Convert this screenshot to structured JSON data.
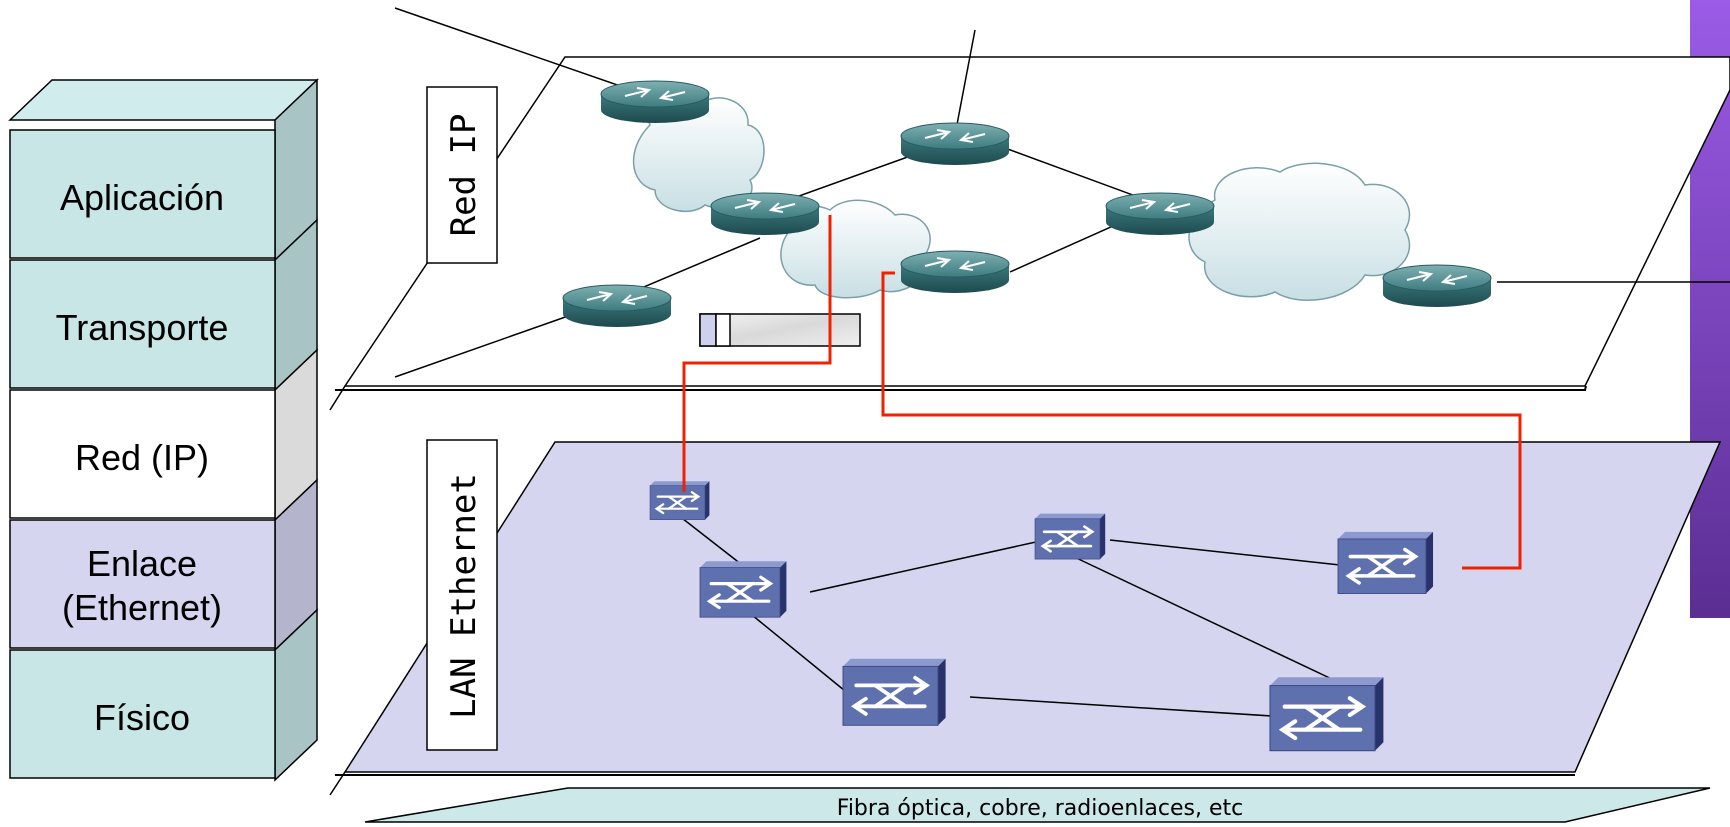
{
  "stack": {
    "layers": [
      {
        "lines": [
          "Aplicación"
        ]
      },
      {
        "lines": [
          "Transporte"
        ]
      },
      {
        "lines": [
          "Red (IP)"
        ]
      },
      {
        "lines": [
          "Enlace",
          "(Ethernet)"
        ]
      },
      {
        "lines": [
          "Físico"
        ]
      }
    ]
  },
  "planes": {
    "ip_label": "Red IP",
    "lan_label": "LAN Ethernet",
    "physical_label": "Fibra óptica, cobre, radioenlaces, etc"
  },
  "colors": {
    "teal_face": "#c8e6e6",
    "teal_side": "#a2c0c0",
    "white_face": "#ffffff",
    "white_side": "#d8d8d8",
    "lavender_face": "#d5d5ef",
    "lavender_side": "#b0b0cc",
    "lan_plane": "#d5d5ef",
    "physical_plane": "#cce8e8",
    "path": "#ee2200",
    "router": "#2f6f74",
    "switch": "#5a6aa8",
    "accent_bar": "#7a44b6"
  },
  "icons": {
    "router": "router-icon",
    "switch": "switch-icon",
    "cloud": "cloud-icon",
    "packet": "packet-icon"
  }
}
